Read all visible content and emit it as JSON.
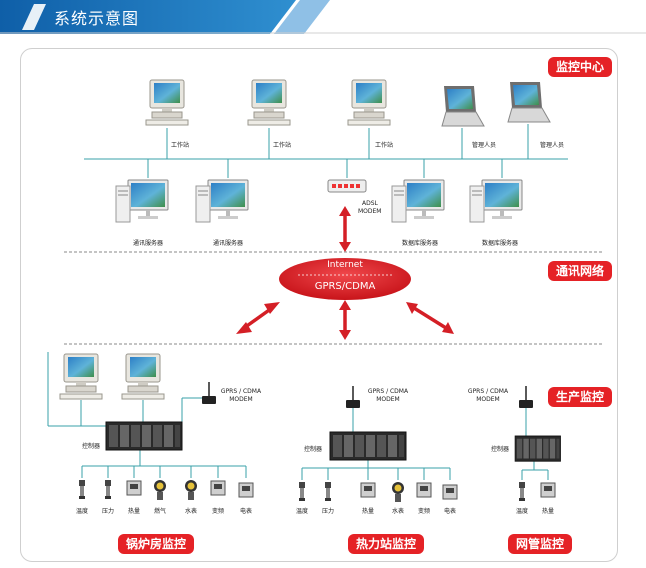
{
  "header": {
    "title": "系统示意图",
    "accent_color": "#1e7bc0"
  },
  "sections": {
    "monitoring_center": "监控中心",
    "comm_network": "通讯网络",
    "production_monitoring": "生产监控",
    "boiler_room": "锅炉房监控",
    "heat_station": "热力站监控",
    "pipe_network": "网管监控"
  },
  "monitoring_center": {
    "workstations": [
      "工作站",
      "工作站",
      "工作站"
    ],
    "managers": [
      "管理人员",
      "管理人员"
    ],
    "servers": [
      "通讯服务器",
      "通讯服务器",
      "数据库服务器",
      "数据库服务器"
    ],
    "adsl_modem": [
      "ADSL",
      "MODEM"
    ]
  },
  "network": {
    "internet": "Internet",
    "gprs": "GPRS/CDMA"
  },
  "field": {
    "modem_label": [
      "GPRS / CDMA",
      "MODEM"
    ],
    "controller": "控制器",
    "boiler_sensors": [
      "温度",
      "压力",
      "热量",
      "燃气",
      "水表",
      "变频",
      "电表"
    ],
    "station_sensors": [
      "温度",
      "压力",
      "热量",
      "水表",
      "变频",
      "电表"
    ],
    "pipe_sensors": [
      "温度",
      "热量"
    ]
  },
  "colors": {
    "badge": "#e52226",
    "line": "#3aa0a8",
    "arrow": "#d41f26",
    "ellipse": "#e01f26"
  }
}
